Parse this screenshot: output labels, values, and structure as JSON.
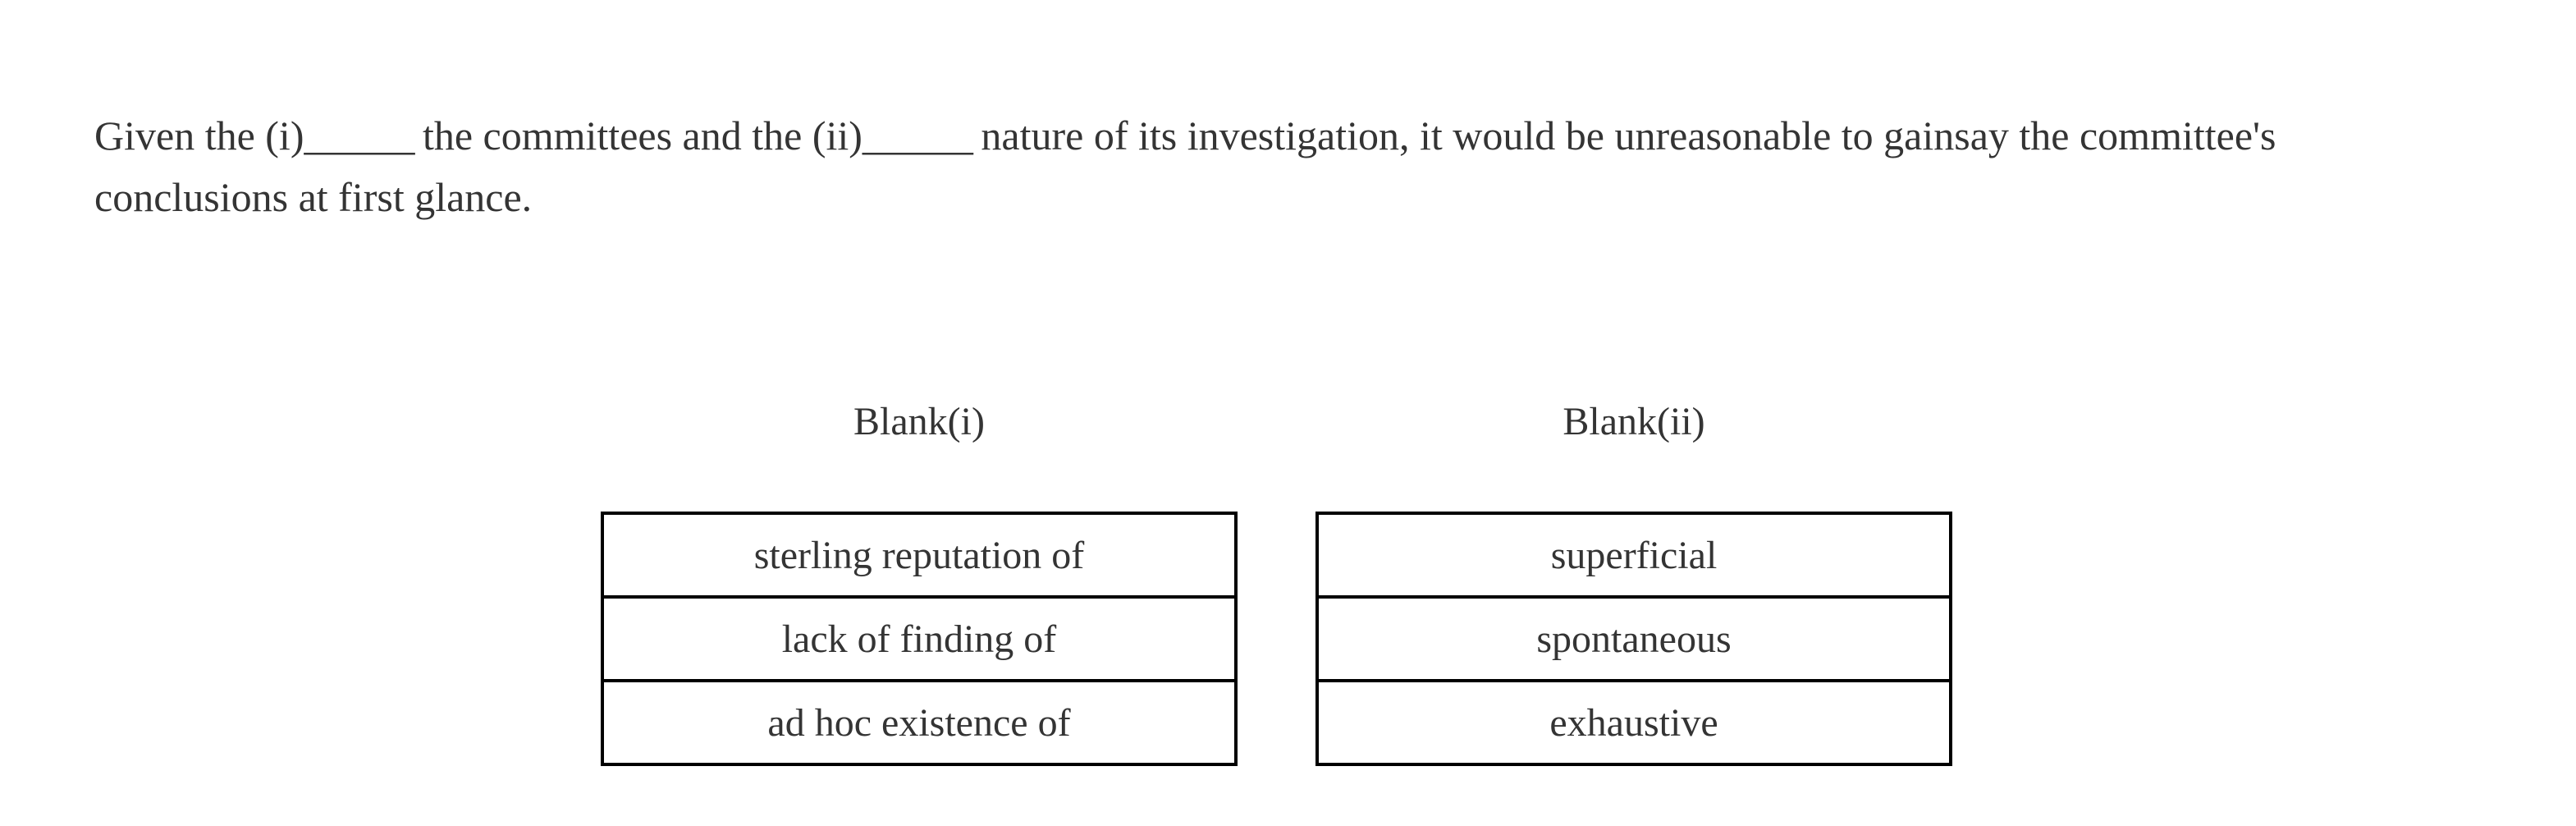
{
  "question": {
    "stem": {
      "part1": "Given the (i)",
      "blank1": "______",
      "part2": " the committees and the (ii)",
      "blank2": "______",
      "part3": " nature of its investigation, it would be unreasonable to gainsay the committee's",
      "line2": "conclusions at first glance."
    }
  },
  "blank_columns": [
    {
      "label": "Blank(i)",
      "options": [
        "sterling reputation of",
        "lack of finding of",
        "ad hoc existence of"
      ]
    },
    {
      "label": "Blank(ii)",
      "options": [
        "superficial",
        "spontaneous",
        "exhaustive"
      ]
    }
  ],
  "colors": {
    "text": "#343434",
    "border": "#000000",
    "background": "#ffffff"
  }
}
